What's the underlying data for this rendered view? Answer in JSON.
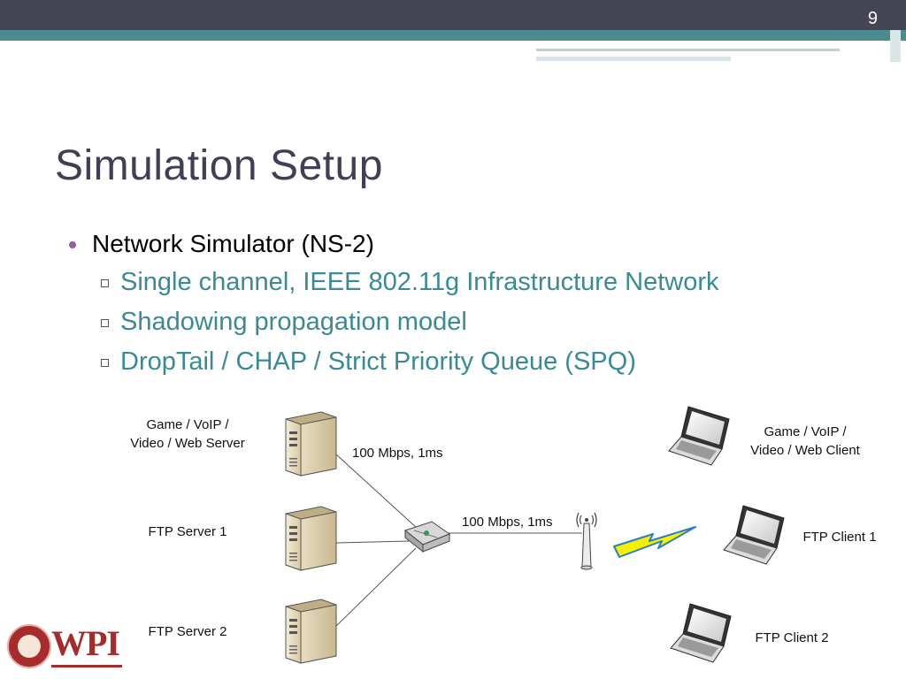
{
  "slide": {
    "number": "9",
    "title": "Simulation Setup"
  },
  "bullets": {
    "level1": "Network Simulator (NS-2)",
    "level2": [
      "Single channel, IEEE 802.11g Infrastructure Network",
      "Shadowing propagation model",
      "DropTail / CHAP / Strict Priority Queue (SPQ)"
    ]
  },
  "diagram": {
    "servers": [
      {
        "label_line1": "Game / VoIP /",
        "label_line2": "Video / Web Server"
      },
      {
        "label_line1": "FTP Server 1",
        "label_line2": ""
      },
      {
        "label_line1": "FTP Server 2",
        "label_line2": ""
      }
    ],
    "clients": [
      {
        "label_line1": "Game / VoIP /",
        "label_line2": "Video / Web Client"
      },
      {
        "label_line1": "FTP Client 1",
        "label_line2": ""
      },
      {
        "label_line1": "FTP Client 2",
        "label_line2": ""
      }
    ],
    "links": {
      "server_to_router": "100 Mbps, 1ms",
      "router_to_ap": "100 Mbps, 1ms"
    }
  },
  "logo": {
    "text": "WPI"
  },
  "colors": {
    "topbar": "#464555",
    "accent": "#4b8b90",
    "title": "#3f3f55",
    "sub_bullet": "#3a8a96",
    "bullet_dot": "#9b59a6",
    "logo": "#a62b2b"
  }
}
